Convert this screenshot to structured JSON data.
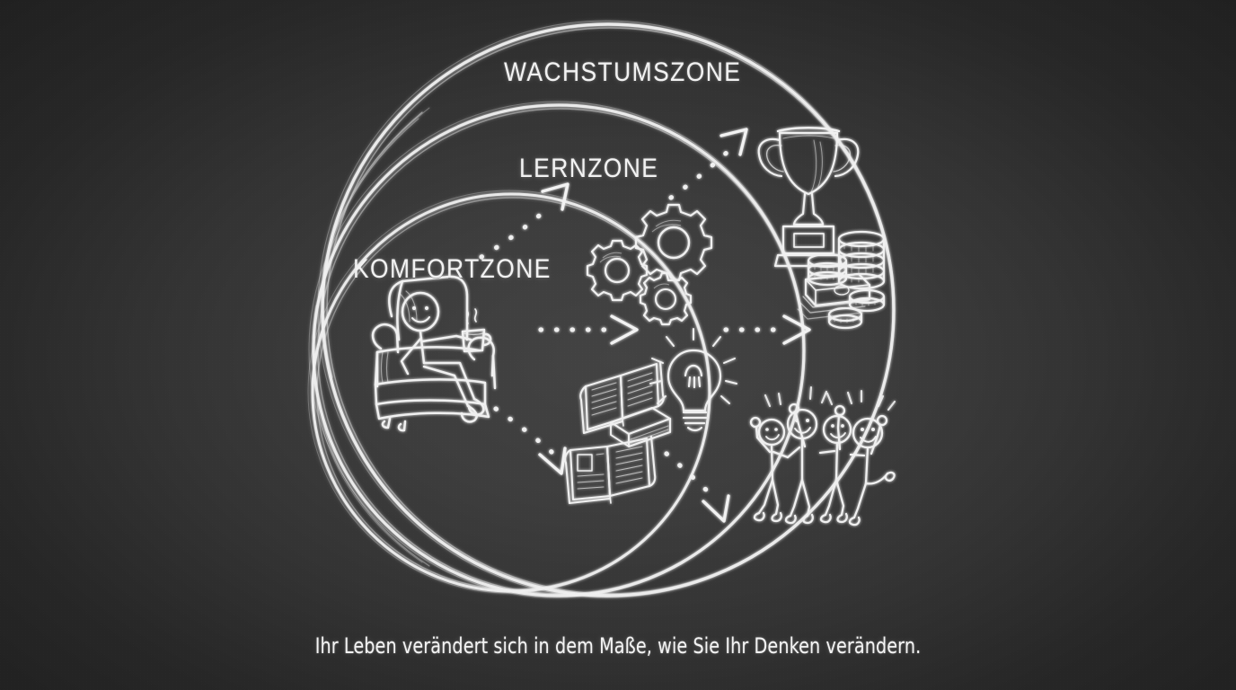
{
  "board": {
    "background_color_center": "#434343",
    "background_color_edge": "#1f1f1f",
    "chalk_color": "#f2f2f2"
  },
  "zones": [
    {
      "id": "wachstumszone",
      "label": "WACHSTUMSZONE",
      "order": 3,
      "description": "Äußerster Kreis"
    },
    {
      "id": "lernzone",
      "label": "LERNZONE",
      "order": 2,
      "description": "Mittlerer Kreis"
    },
    {
      "id": "komfortzone",
      "label": "KOMFORTZONE",
      "order": 1,
      "description": "Innerster Kreis"
    }
  ],
  "illustrations": [
    {
      "id": "armchair-person",
      "name": "stick-figure-in-armchair-with-coffee-icon",
      "zone": "komfortzone"
    },
    {
      "id": "gears",
      "name": "gears-icon",
      "zone": "lernzone"
    },
    {
      "id": "books",
      "name": "open-books-icon",
      "zone": "lernzone"
    },
    {
      "id": "lightbulb",
      "name": "lightbulb-icon",
      "zone": "lernzone"
    },
    {
      "id": "book-lower",
      "name": "open-book-icon",
      "zone": "lernzone"
    },
    {
      "id": "trophy-money",
      "name": "trophy-with-coins-and-money-icon",
      "zone": "wachstumszone"
    },
    {
      "id": "celebrating-group",
      "name": "celebrating-stick-figures-icon",
      "zone": "wachstumszone"
    }
  ],
  "arrows": [
    {
      "id": "arrow-komfort-to-lern-up",
      "direction": "up-right",
      "style": "dotted"
    },
    {
      "id": "arrow-komfort-to-lern-right",
      "direction": "right",
      "style": "dotted"
    },
    {
      "id": "arrow-komfort-to-lern-down",
      "direction": "down-right",
      "style": "dotted"
    },
    {
      "id": "arrow-lern-to-wachstum-up",
      "direction": "up-right",
      "style": "dotted"
    },
    {
      "id": "arrow-lern-to-wachstum-right",
      "direction": "right",
      "style": "dotted"
    },
    {
      "id": "arrow-lern-to-wachstum-down",
      "direction": "down-right",
      "style": "dotted"
    }
  ],
  "caption": {
    "text": "Ihr Leben verändert sich in dem Maße, wie Sie Ihr Denken verändern."
  }
}
